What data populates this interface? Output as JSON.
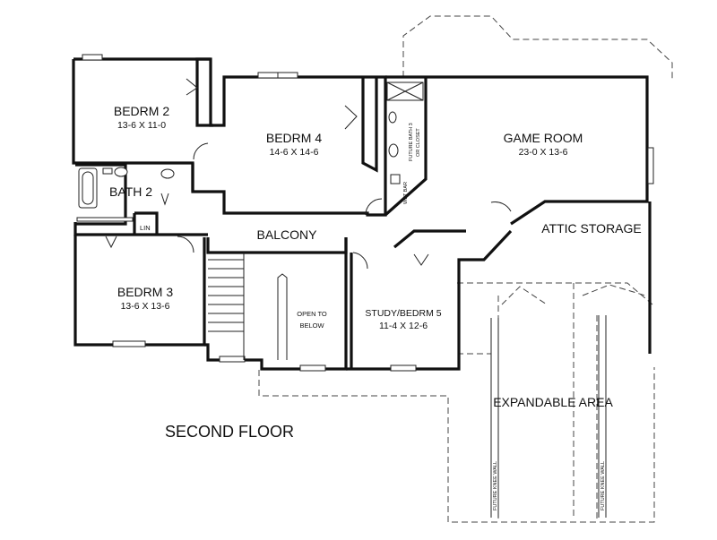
{
  "plan": {
    "title": "SECOND FLOOR",
    "rooms": {
      "bedrm2": {
        "name": "BEDRM 2",
        "dims": "13-6 X 11-0"
      },
      "bedrm4": {
        "name": "BEDRM 4",
        "dims": "14-6 X 14-6"
      },
      "game_room": {
        "name": "GAME ROOM",
        "dims": "23-0 X 13-6"
      },
      "bath2": {
        "name": "BATH 2"
      },
      "lin": {
        "name": "LIN"
      },
      "balcony": {
        "name": "BALCONY"
      },
      "attic": {
        "name": "ATTIC STORAGE"
      },
      "bedrm3": {
        "name": "BEDRM 3",
        "dims": "13-6 X 13-6"
      },
      "open_below": {
        "line1": "OPEN TO",
        "line2": "BELOW"
      },
      "study": {
        "name": "STUDY/BEDRM 5",
        "dims": "11-4 X 12-6"
      },
      "expandable": {
        "name": "EXPANDABLE AREA"
      }
    },
    "notes": {
      "future_bath": "FUTURE BATH 3",
      "or_closet": "OR CLOSET",
      "wet_bar": "WET BAR",
      "knee_wall_left": "FUTURE KNEE WALL",
      "knee_wall_right": "FUTURE KNEE WALL"
    }
  }
}
